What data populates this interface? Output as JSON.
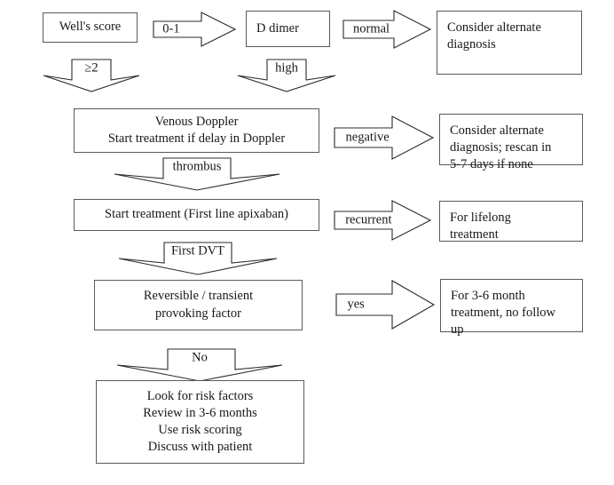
{
  "diagram": {
    "title": "DVT management flowchart",
    "colors": {
      "box_border": "#5a5a5a",
      "arrow_stroke": "#2b2b2b",
      "text": "#17181a",
      "background": "#ffffff"
    },
    "nodes": [
      {
        "id": "wells-score",
        "lines": [
          "Well's score"
        ]
      },
      {
        "id": "d-dimer",
        "lines": [
          "D dimer"
        ]
      },
      {
        "id": "consider-alternate-diagnosis",
        "lines": [
          "Consider alternate",
          "diagnosis"
        ]
      },
      {
        "id": "venous-doppler",
        "lines": [
          "Venous Doppler",
          "Start treatment if delay in Doppler"
        ]
      },
      {
        "id": "consider-alternate-rescan",
        "lines": [
          "Consider alternate",
          "diagnosis; rescan in",
          "5-7 days if none"
        ]
      },
      {
        "id": "start-treatment-apixaban",
        "lines": [
          "Start treatment (First line apixaban)"
        ]
      },
      {
        "id": "for-lifelong-treatment",
        "lines": [
          "For lifelong",
          "treatment"
        ]
      },
      {
        "id": "reversible-transient-provoking-factor",
        "lines": [
          "Reversible / transient",
          "provoking factor"
        ]
      },
      {
        "id": "for-3-6-month-treatment",
        "lines": [
          "For 3-6 month",
          "treatment, no follow",
          "up"
        ]
      },
      {
        "id": "look-for-risk-factors",
        "lines": [
          "Look for risk factors",
          "Review in 3-6 months",
          "Use risk scoring",
          "Discuss with patient"
        ]
      }
    ],
    "arrows": [
      {
        "id": "arrow-0-1",
        "label": "0-1",
        "direction": "right"
      },
      {
        "id": "arrow-normal",
        "label": "normal",
        "direction": "right"
      },
      {
        "id": "arrow-score-2-plus",
        "label": "≥2",
        "direction": "down"
      },
      {
        "id": "arrow-high",
        "label": "high",
        "direction": "down"
      },
      {
        "id": "arrow-negative",
        "label": "negative",
        "direction": "right"
      },
      {
        "id": "arrow-thrombus",
        "label": "thrombus",
        "direction": "down"
      },
      {
        "id": "arrow-recurrent",
        "label": "recurrent",
        "direction": "right"
      },
      {
        "id": "arrow-first-dvt",
        "label": "First DVT",
        "direction": "down"
      },
      {
        "id": "arrow-yes",
        "label": "yes",
        "direction": "right"
      },
      {
        "id": "arrow-no",
        "label": "No",
        "direction": "down"
      }
    ]
  }
}
